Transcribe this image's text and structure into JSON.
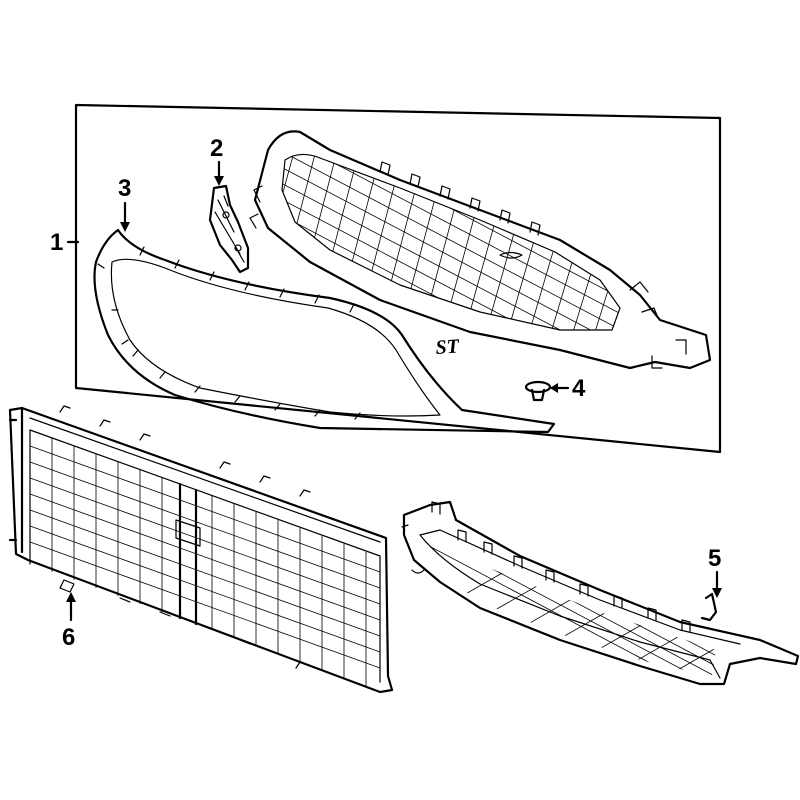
{
  "callouts": [
    {
      "id": "1",
      "label": "1"
    },
    {
      "id": "2",
      "label": "2"
    },
    {
      "id": "3",
      "label": "3"
    },
    {
      "id": "4",
      "label": "4"
    },
    {
      "id": "5",
      "label": "5"
    },
    {
      "id": "6",
      "label": "6"
    }
  ],
  "emblem_text": "ST",
  "colors": {
    "line": "#000000",
    "background": "#ffffff"
  }
}
